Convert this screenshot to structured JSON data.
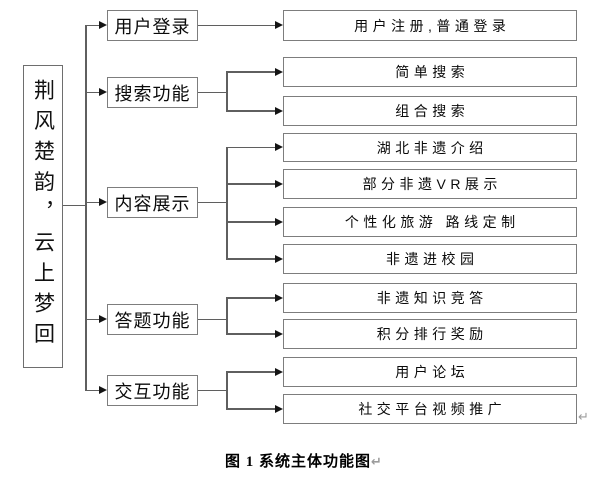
{
  "colors": {
    "background": "#ffffff",
    "box_border": "#7d7d7d",
    "connector_line": "#5f5f5f",
    "arrowhead": "#141414",
    "text": "#000000",
    "paragraph_mark": "#9b9b9b"
  },
  "diagram": {
    "root": {
      "label": "荆风楚韵，云上梦回"
    },
    "branches": [
      {
        "label": "用户登录",
        "children": [
          "用户注册,普通登录"
        ]
      },
      {
        "label": "搜索功能",
        "children": [
          "简单搜索",
          "组合搜索"
        ]
      },
      {
        "label": "内容展示",
        "children": [
          "湖北非遗介绍",
          "部分非遗VR展示",
          "个性化旅游 路线定制",
          "非遗进校园"
        ]
      },
      {
        "label": "答题功能",
        "children": [
          "非遗知识竞答",
          "积分排行奖励"
        ]
      },
      {
        "label": "交互功能",
        "children": [
          "用户论坛",
          "社交平台视频推广"
        ]
      }
    ]
  },
  "caption": {
    "text": "图 1 系统主体功能图",
    "paragraph_mark": "↵"
  },
  "marks": {
    "end_of_diagram": "↵"
  }
}
